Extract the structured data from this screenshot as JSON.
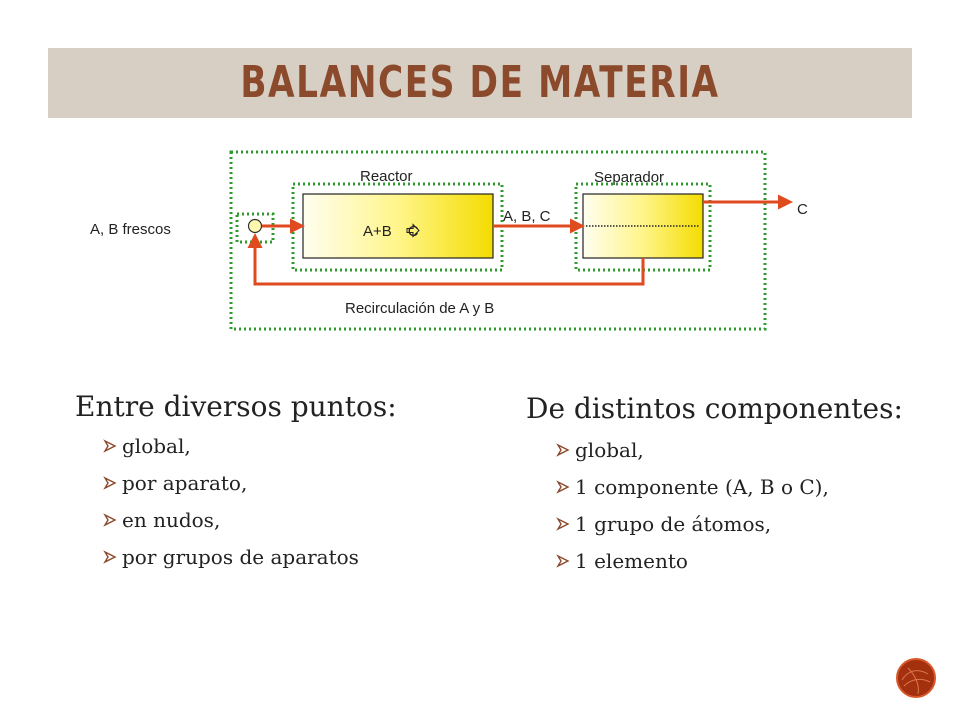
{
  "slide": {
    "title": "BALANCES DE MATERIA",
    "colors": {
      "title_band": "#d8cfc4",
      "title_text": "#8b4a2b",
      "stream": "#e04a1f",
      "boundary": "#2e9b2e",
      "unit_fill": "#f6e600"
    }
  },
  "diagram": {
    "label_feed": "A, B frescos",
    "label_reactor": "Reactor",
    "label_reaction": "A+B",
    "label_reaction_arrow_icon": "outline-right-arrow-icon",
    "label_reaction_product": "C",
    "label_stream_mid": "A, B, C",
    "label_separator": "Separador",
    "label_product": "C",
    "label_recycle": "Recirculación de A y B"
  },
  "left_column": {
    "heading": "Entre diversos puntos:",
    "items": [
      "global,",
      "por aparato,",
      "en nudos,",
      "por grupos de aparatos"
    ]
  },
  "right_column": {
    "heading": "De distintos componentes:",
    "items": [
      "global,",
      "1 componente (A, B o C),",
      "1 grupo de átomos,",
      "1 elemento"
    ]
  }
}
